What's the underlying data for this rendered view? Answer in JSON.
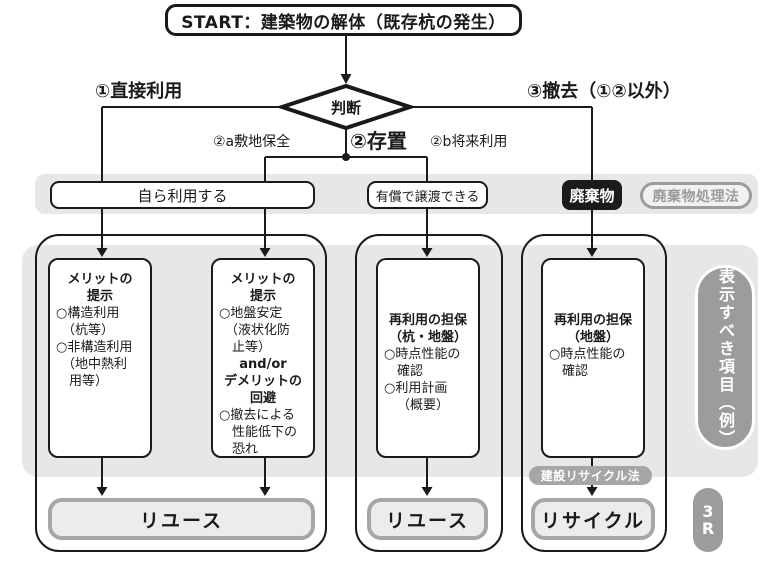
{
  "start": {
    "label": "START：建築物の解体（既存杭の発生）"
  },
  "decision": {
    "label": "判断"
  },
  "branches": {
    "direct_use": "①直接利用",
    "site_preserve": "②a敷地保全",
    "keep": "②存置",
    "future_use": "②b将来利用",
    "removal": "③撤去（①②以外）"
  },
  "band": {
    "self_use": "自ら利用する",
    "paid_transfer": "有償で譲渡できる",
    "waste": "廃棄物",
    "waste_law": "廃棄物処理法"
  },
  "columns": {
    "col1": {
      "lines": [
        "メリットの",
        "提示",
        "○構造利用",
        "（杭等）",
        "○非構造利用",
        "（地中熱利",
        "用等）"
      ]
    },
    "col2": {
      "lines": [
        "メリットの",
        "提示",
        "○地盤安定",
        "（液状化防",
        "止等）",
        "and/or",
        "デメリットの",
        "回避",
        "○撤去による",
        "性能低下の",
        "恐れ"
      ]
    },
    "col3": {
      "lines": [
        "再利用の担保",
        "（杭・地盤）",
        "○時点性能の",
        "確認",
        "○利用計画",
        "（概要）"
      ]
    },
    "col4": {
      "lines": [
        "再利用の担保",
        "（地盤）",
        "○時点性能の",
        "確認"
      ]
    }
  },
  "outcomes": {
    "reuse_left": "リユース",
    "reuse_mid": "リユース",
    "recycle": "リサイクル"
  },
  "pills": {
    "construction_recycle_law": "建設リサイクル法",
    "side_label": "表示すべき項目（例）",
    "three_r_top": "3",
    "three_r_bottom": "R"
  },
  "colors": {
    "zone_gray": "#e7e7e7",
    "pill_gray": "#9c9c9c",
    "outcome_fill": "#ececec",
    "outcome_border": "#a6a6a6",
    "line_black": "#1a1a1a",
    "waste_black": "#1b1b1b"
  }
}
